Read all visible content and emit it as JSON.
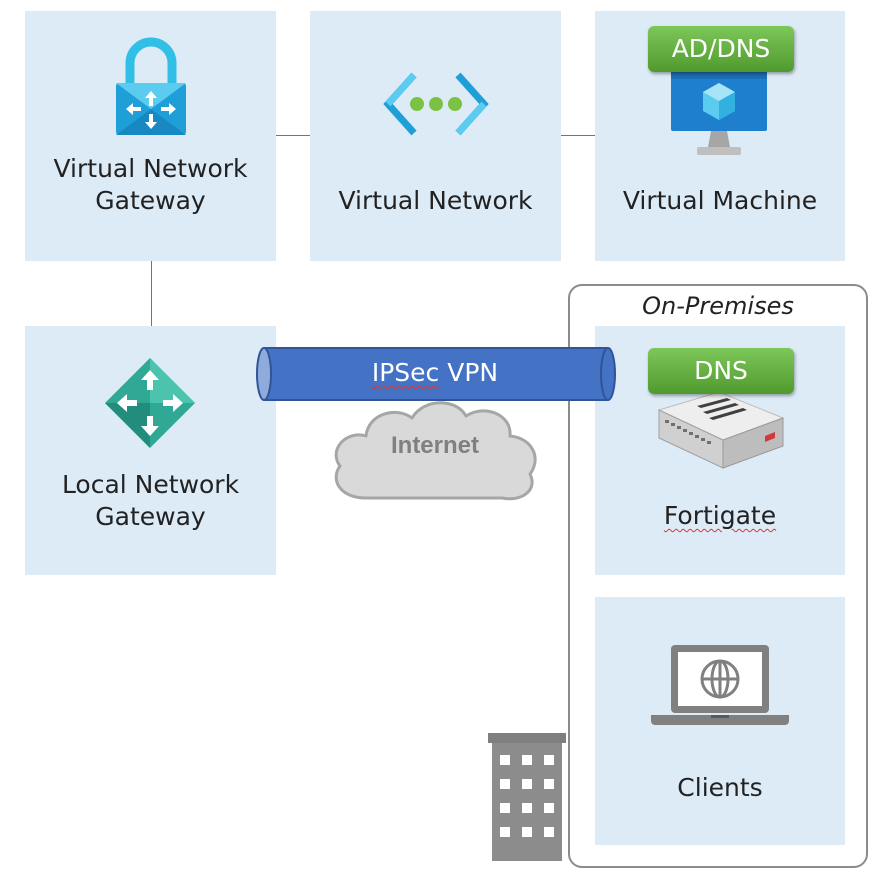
{
  "nodes": {
    "vnet_gateway": {
      "label": "Virtual Network\nGateway",
      "icon": "lock-gateway-icon"
    },
    "vnet": {
      "label": "Virtual Network",
      "icon": "virtual-network-icon"
    },
    "vm": {
      "label": "Virtual Machine",
      "icon": "monitor-cube-icon",
      "badge": "AD/DNS"
    },
    "local_gateway": {
      "label": "Local Network\nGateway",
      "icon": "router-diamond-icon"
    },
    "fortigate": {
      "label": "Fortigate",
      "icon": "firewall-appliance-icon",
      "badge": "DNS"
    },
    "clients": {
      "label": "Clients",
      "icon": "laptop-globe-icon"
    }
  },
  "onprem": {
    "title": "On-Premises"
  },
  "vpn": {
    "prefix": "IPSec",
    "suffix": " VPN"
  },
  "internet": {
    "label": "Internet",
    "icon": "cloud-icon"
  },
  "building": {
    "icon": "office-building-icon"
  },
  "colors": {
    "tile": "#ddebf7",
    "badge": "#5fae3a",
    "vpn": "#4472c4",
    "cloud": "#d9d9d9"
  }
}
